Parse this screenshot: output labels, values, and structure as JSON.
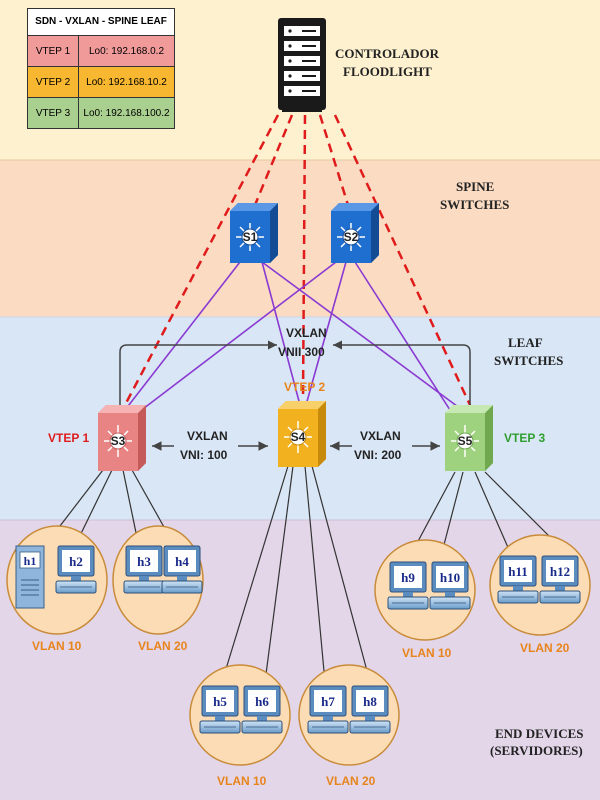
{
  "legend": {
    "title": "SDN - VXLAN - SPINE LEAF",
    "rows": [
      {
        "vtep": "VTEP 1",
        "lo": "Lo0: 192.168.0.2",
        "color": "#f09a9a"
      },
      {
        "vtep": "VTEP 2",
        "lo": "Lo0: 192.168.10.2",
        "color": "#f7b730"
      },
      {
        "vtep": "VTEP 3",
        "lo": "Lo0: 192.168.100.2",
        "color": "#a9d08e"
      }
    ]
  },
  "controller": {
    "line1": "CONTROLADOR",
    "line2": "FLOODLIGHT"
  },
  "zones": {
    "spine": {
      "line1": "SPINE",
      "line2": "SWITCHES"
    },
    "leaf": {
      "line1": "LEAF",
      "line2": "SWITCHES"
    },
    "end": {
      "line1": "END DEVICES",
      "line2": "(SERVIDORES)"
    }
  },
  "switches": {
    "s1": "S1",
    "s2": "S2",
    "s3": "S3",
    "s4": "S4",
    "s5": "S5"
  },
  "vteps": {
    "v1": "VTEP 1",
    "v2": "VTEP 2",
    "v3": "VTEP 3"
  },
  "vxlans": {
    "v100": {
      "line1": "VXLAN",
      "line2": "VNI: 100"
    },
    "v200": {
      "line1": "VXLAN",
      "line2": "VNI: 200"
    },
    "v300": {
      "line1": "VXLAN",
      "line2": "VNII 300"
    }
  },
  "hosts": {
    "h1": "h1",
    "h2": "h2",
    "h3": "h3",
    "h4": "h4",
    "h5": "h5",
    "h6": "h6",
    "h7": "h7",
    "h8": "h8",
    "h9": "h9",
    "h10": "h10",
    "h11": "h11",
    "h12": "h12"
  },
  "vlan_labels": {
    "a": "VLAN 10",
    "b": "VLAN 20",
    "c": "VLAN 10",
    "d": "VLAN 20",
    "e": "VLAN 10",
    "f": "VLAN 20"
  },
  "colors": {
    "zone_controller": "#fdf1cf",
    "zone_spine": "#fbdcc3",
    "zone_leaf": "#d9e6f6",
    "zone_end": "#e2d6e8",
    "spine_switch": "#1f6fd1",
    "s3": "#e88484",
    "s4": "#f2b21f",
    "s5": "#9ed27e",
    "link_purple": "#8a3ad1",
    "controller_dash": "#e01b1b",
    "host_bubble": "#fcdcb5",
    "vtep1_text": "#e01b1b",
    "vtep2_text": "#e8841c",
    "vtep3_text": "#2e9e2e"
  }
}
